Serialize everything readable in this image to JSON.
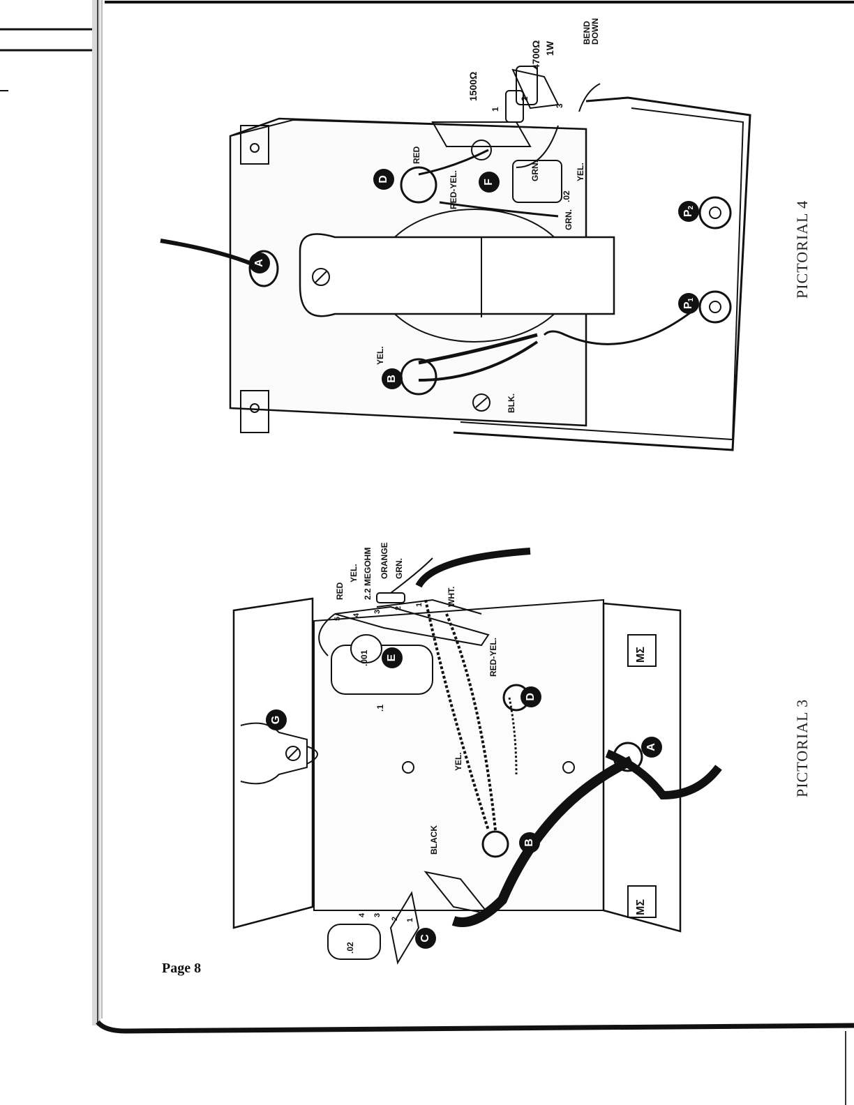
{
  "page": {
    "number_label": "Page 8"
  },
  "pictorial3": {
    "caption": "PICTORIAL 3",
    "badges": [
      "G",
      "E",
      "D",
      "A",
      "B",
      "C"
    ],
    "wire_labels": {
      "red": "RED",
      "yel": "YEL.",
      "megohm": "2.2 MEGOHM",
      "orange": "ORANGE",
      "grn": "GRN.",
      "wht": "WHT.",
      "red_yel": "RED-YEL.",
      "yel2": "YEL.",
      "black": "BLACK"
    },
    "component_labels": {
      "cap_001": ".001",
      "cap_1": ".1",
      "cap_02": ".02"
    },
    "terminal_numbers": [
      "5",
      "4",
      "3",
      "2",
      "1",
      "4",
      "3",
      "2",
      "1"
    ],
    "bracket_mark": "ΜΣ"
  },
  "pictorial4": {
    "caption": "PICTORIAL 4",
    "badges": [
      "A",
      "D",
      "F",
      "B",
      "P1",
      "P2"
    ],
    "wire_labels": {
      "red": "RED",
      "red_yel": "RED-YEL.",
      "grn": "GRN.",
      "grn2": "GRN.",
      "yel": "YEL.",
      "yel_b": "YEL.",
      "blk": "BLK."
    },
    "component_labels": {
      "r1500": "1500Ω",
      "r4700": "4700Ω",
      "r4700_watt": "1W",
      "bend_down": "BEND DOWN",
      "cap_02": ".02"
    },
    "terminal_numbers": [
      "1",
      "2",
      "3"
    ]
  },
  "colors": {
    "ink": "#111111",
    "paper": "#ffffff",
    "frame": "#1a1a1a"
  }
}
